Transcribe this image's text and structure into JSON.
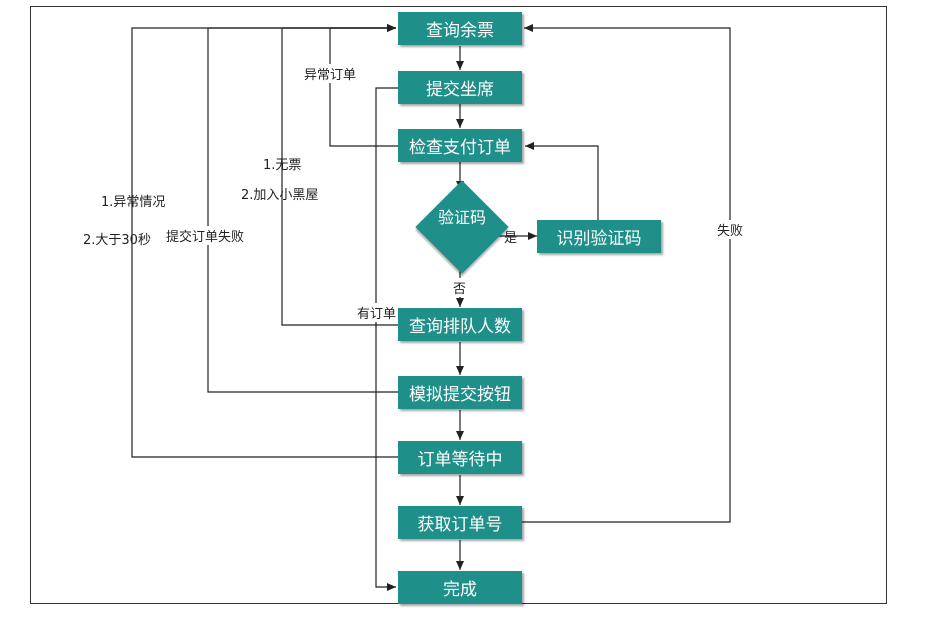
{
  "nodes": {
    "query_tickets": "查询余票",
    "submit_seat": "提交坐席",
    "check_order": "检查支付订单",
    "decision": "验证码",
    "recognize_captcha": "识别验证码",
    "query_queue": "查询排队人数",
    "simulate_submit": "模拟提交按钮",
    "order_waiting": "订单等待中",
    "get_order_no": "获取订单号",
    "done": "完成"
  },
  "labels": {
    "abnormal_order": "异常订单",
    "no_ticket": "1.无票",
    "blacklist": "2.加入小黑屋",
    "abnormal_case": "1.异常情况",
    "over_30s": "2.大于30秒",
    "submit_failed": "提交订单失败",
    "yes": "是",
    "no": "否",
    "has_order": "有订单",
    "failed": "失败"
  }
}
